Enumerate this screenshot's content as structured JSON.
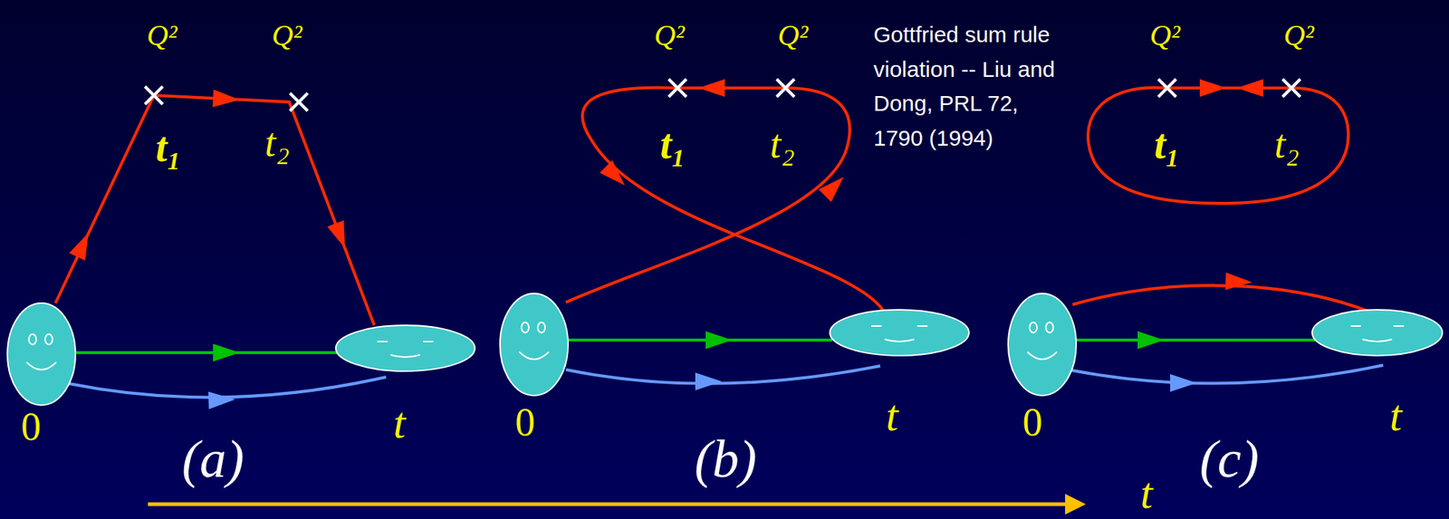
{
  "diagram": {
    "labels": [
      "Q²",
      "Q²",
      "t₁",
      "t₂",
      "0",
      "t",
      "(a)",
      "Q²",
      "Q²",
      "Gottfried sum rule violation -- Liu and Dong, PRL 72, 1790 (1994)",
      "t₁",
      "t₂",
      "0",
      "t",
      "(b)",
      "Q²",
      "Q²",
      "t₁",
      "t₂",
      "0",
      "t",
      "(c)",
      "t"
    ]
  }
}
